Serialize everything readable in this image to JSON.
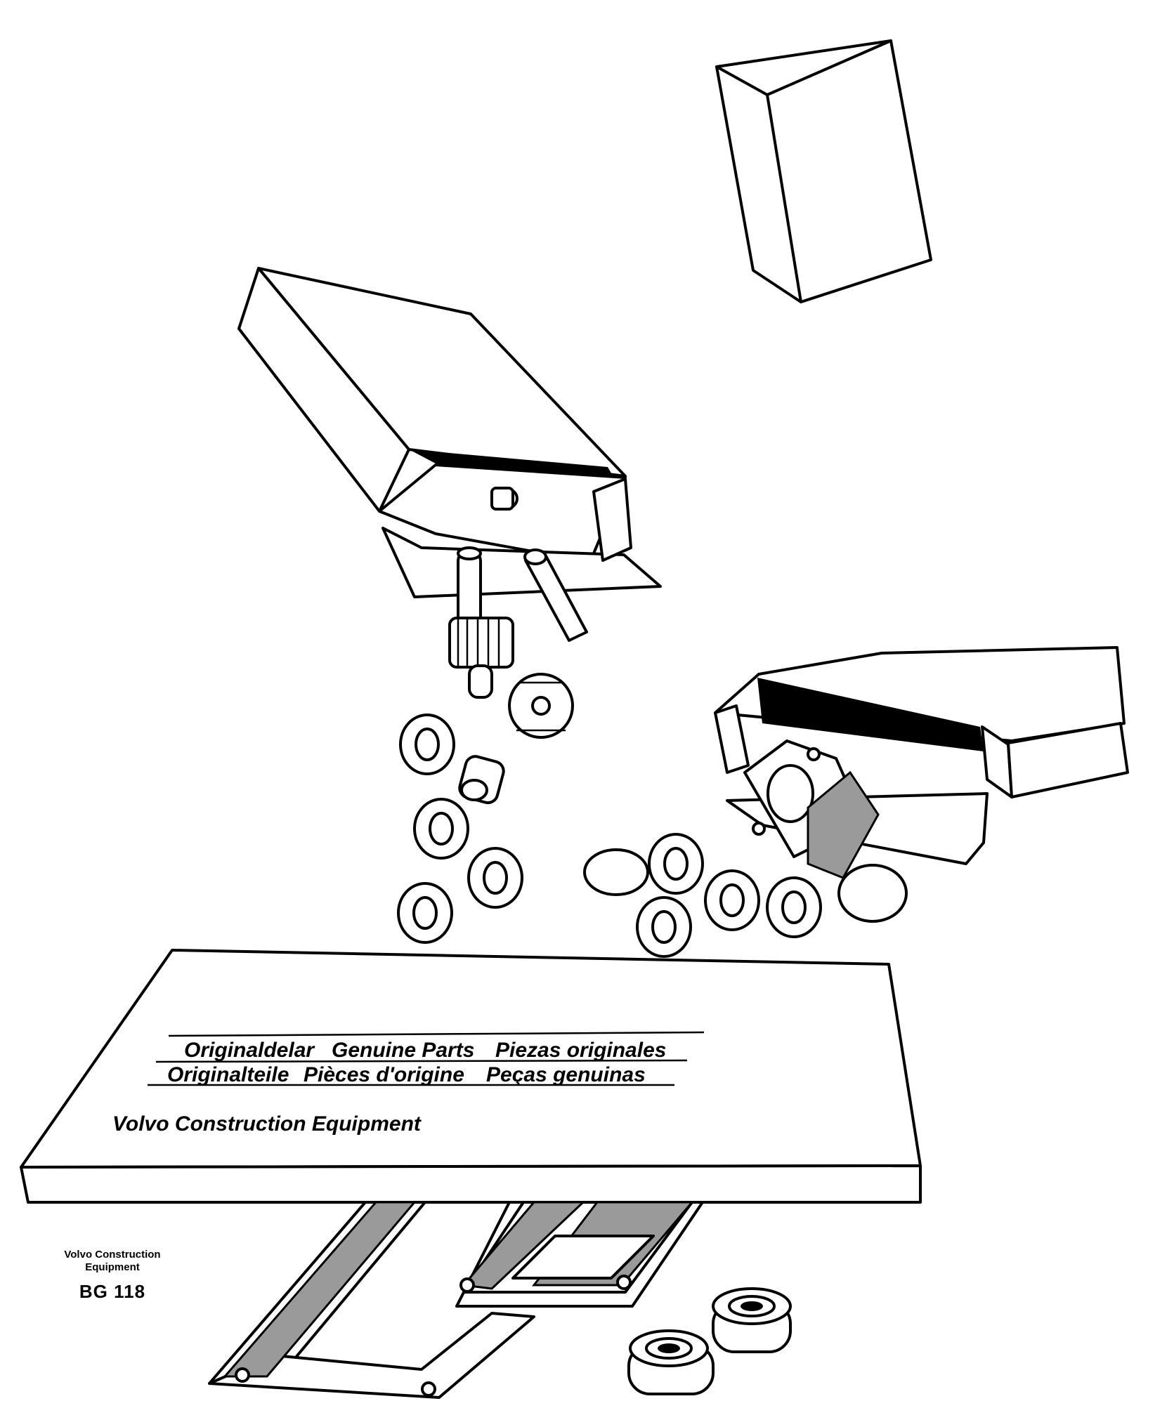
{
  "panel": {
    "line1": [
      "Originaldelar",
      "Genuine Parts",
      "Piezas originales"
    ],
    "line2": [
      "Originalteile",
      "Pièces d'origine",
      "Peças genuinas"
    ],
    "brand": "Volvo Construction Equipment"
  },
  "caption": {
    "company_line1": "Volvo Construction",
    "company_line2": "Equipment",
    "code": "BG 118"
  }
}
